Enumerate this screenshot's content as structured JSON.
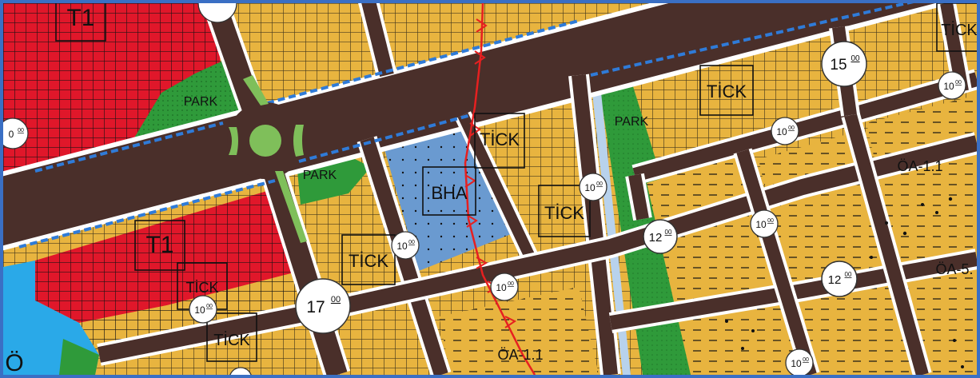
{
  "colors": {
    "residential": "#e8b43f",
    "commercial": "#e0172a",
    "park": "#2f9a3a",
    "park_light": "#7fbf5a",
    "public": "#6a9ad0",
    "water": "#2aa9e8",
    "road": "#4a2f2a",
    "road_edge": "#ffffff",
    "dashed": "#2f7bd8",
    "frame": "#3a6fc4",
    "boundary": "#e62020",
    "hatch": "#111111"
  },
  "zones": {
    "t1_top": "T1",
    "t1_main": "T1",
    "bha": "BHA",
    "tick_1": "TİCK",
    "tick_2": "TİCK",
    "tick_3": "TİCK",
    "tick_4": "TİCK",
    "tick_5": "TİCK",
    "tick_6": "TİCK",
    "tick_7": "TİCK",
    "tick_corner": "TİCK",
    "park_1": "PARK",
    "park_2": "PARK",
    "park_3": "PARK",
    "oa_1": "ÖA-1.1",
    "oa_2": "ÖA-1.1",
    "oa_5": "ÖA-5.",
    "o_edge": "Ö"
  },
  "heights": [
    {
      "value": "15",
      "sup": "00"
    },
    {
      "value": "17",
      "sup": "00"
    },
    {
      "value": "12",
      "sup": "00"
    },
    {
      "value": "12",
      "sup": "00"
    },
    {
      "value": "10",
      "sup": "00"
    },
    {
      "value": "10",
      "sup": "00"
    },
    {
      "value": "10",
      "sup": "00"
    },
    {
      "value": "10",
      "sup": "00"
    },
    {
      "value": "10",
      "sup": "00"
    },
    {
      "value": "10",
      "sup": "00"
    },
    {
      "value": "10",
      "sup": "00"
    },
    {
      "value": "10",
      "sup": "00"
    },
    {
      "value": "0",
      "sup": "00"
    }
  ]
}
